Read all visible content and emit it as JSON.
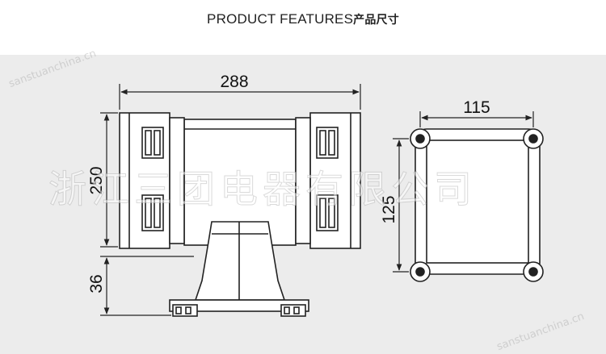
{
  "header": {
    "title_en": "PRODUCT FEATURES",
    "title_cn": "产品尺寸"
  },
  "dimensions": {
    "total_width": "288",
    "body_height": "250",
    "base_height": "36",
    "mount_width": "115",
    "mount_height": "125"
  },
  "watermark": {
    "company": "浙江三团电器有限公司",
    "site": "sanstuanchina.cn"
  },
  "colors": {
    "line": "#222222",
    "panel_background": "#ececec"
  }
}
